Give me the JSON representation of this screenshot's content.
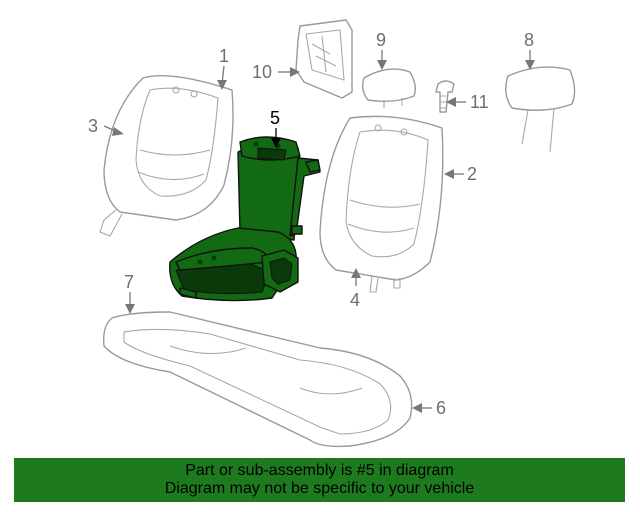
{
  "colors": {
    "highlight": "#126a12",
    "banner": "#1e7a1e"
  },
  "callouts": [
    "1",
    "2",
    "3",
    "4",
    "5",
    "6",
    "7",
    "8",
    "9",
    "10",
    "11"
  ],
  "highlighted_part": "5",
  "footer": {
    "line1": "Part or sub-assembly is #5 in diagram",
    "line2": "Diagram may not be specific to your vehicle"
  }
}
